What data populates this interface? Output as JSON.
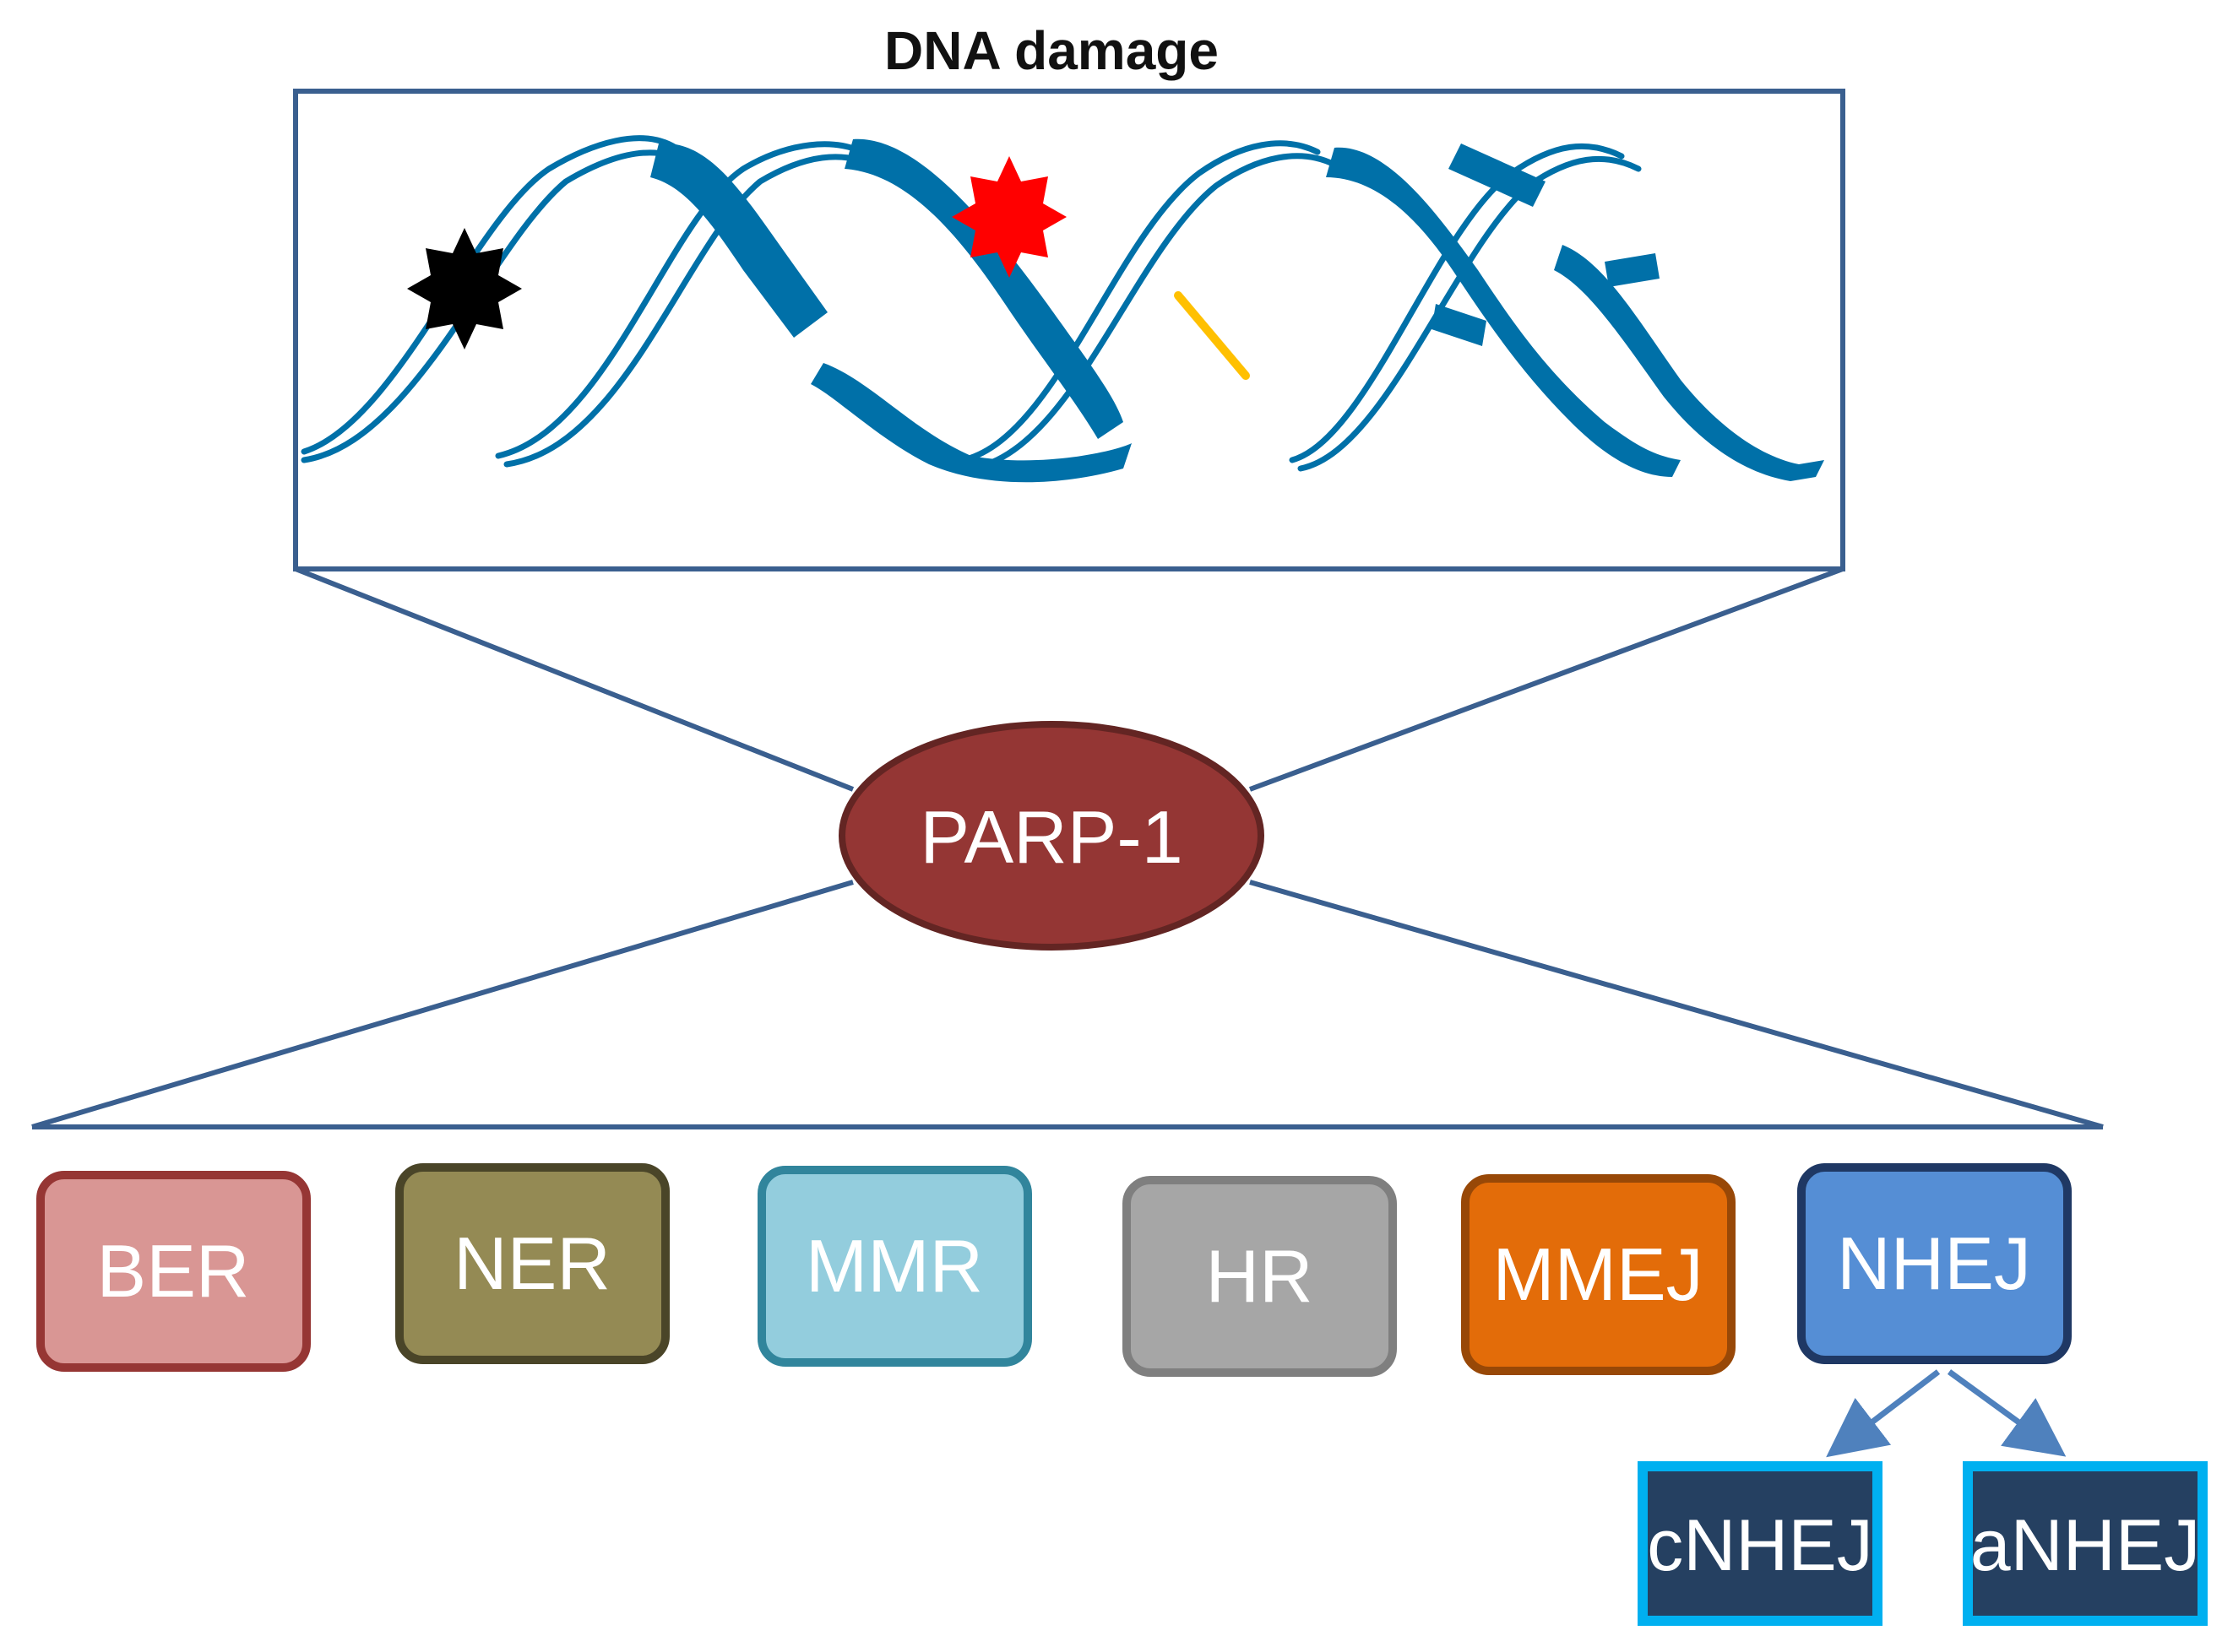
{
  "title": "DNA damage",
  "center_node": {
    "label": "PARP-1",
    "fill": "#943634",
    "stroke": "#632523"
  },
  "pathways": [
    {
      "label": "BER",
      "fill": "#d99694",
      "stroke": "#963634"
    },
    {
      "label": "NER",
      "fill": "#948a54",
      "stroke": "#4a4528"
    },
    {
      "label": "MMR",
      "fill": "#93cddd",
      "stroke": "#31859c"
    },
    {
      "label": "HR",
      "fill": "#a6a6a6",
      "stroke": "#7f7f7f"
    },
    {
      "label": "MMEJ",
      "fill": "#e36c09",
      "stroke": "#984807"
    },
    {
      "label": "NHEJ",
      "fill": "#558ed5",
      "stroke": "#1f3864"
    }
  ],
  "subpathways": [
    {
      "label": "cNHEJ",
      "fill": "#254061",
      "stroke": "#00b0f0"
    },
    {
      "label": "aNHEJ",
      "fill": "#254061",
      "stroke": "#00b0f0"
    }
  ],
  "colors": {
    "frame": "#3a5f8f",
    "dna_strand": "#0070a8",
    "damage_black": "#000000",
    "damage_red": "#ff0000",
    "crosslink": "#ffc000",
    "arrow": "#4f81bd"
  }
}
